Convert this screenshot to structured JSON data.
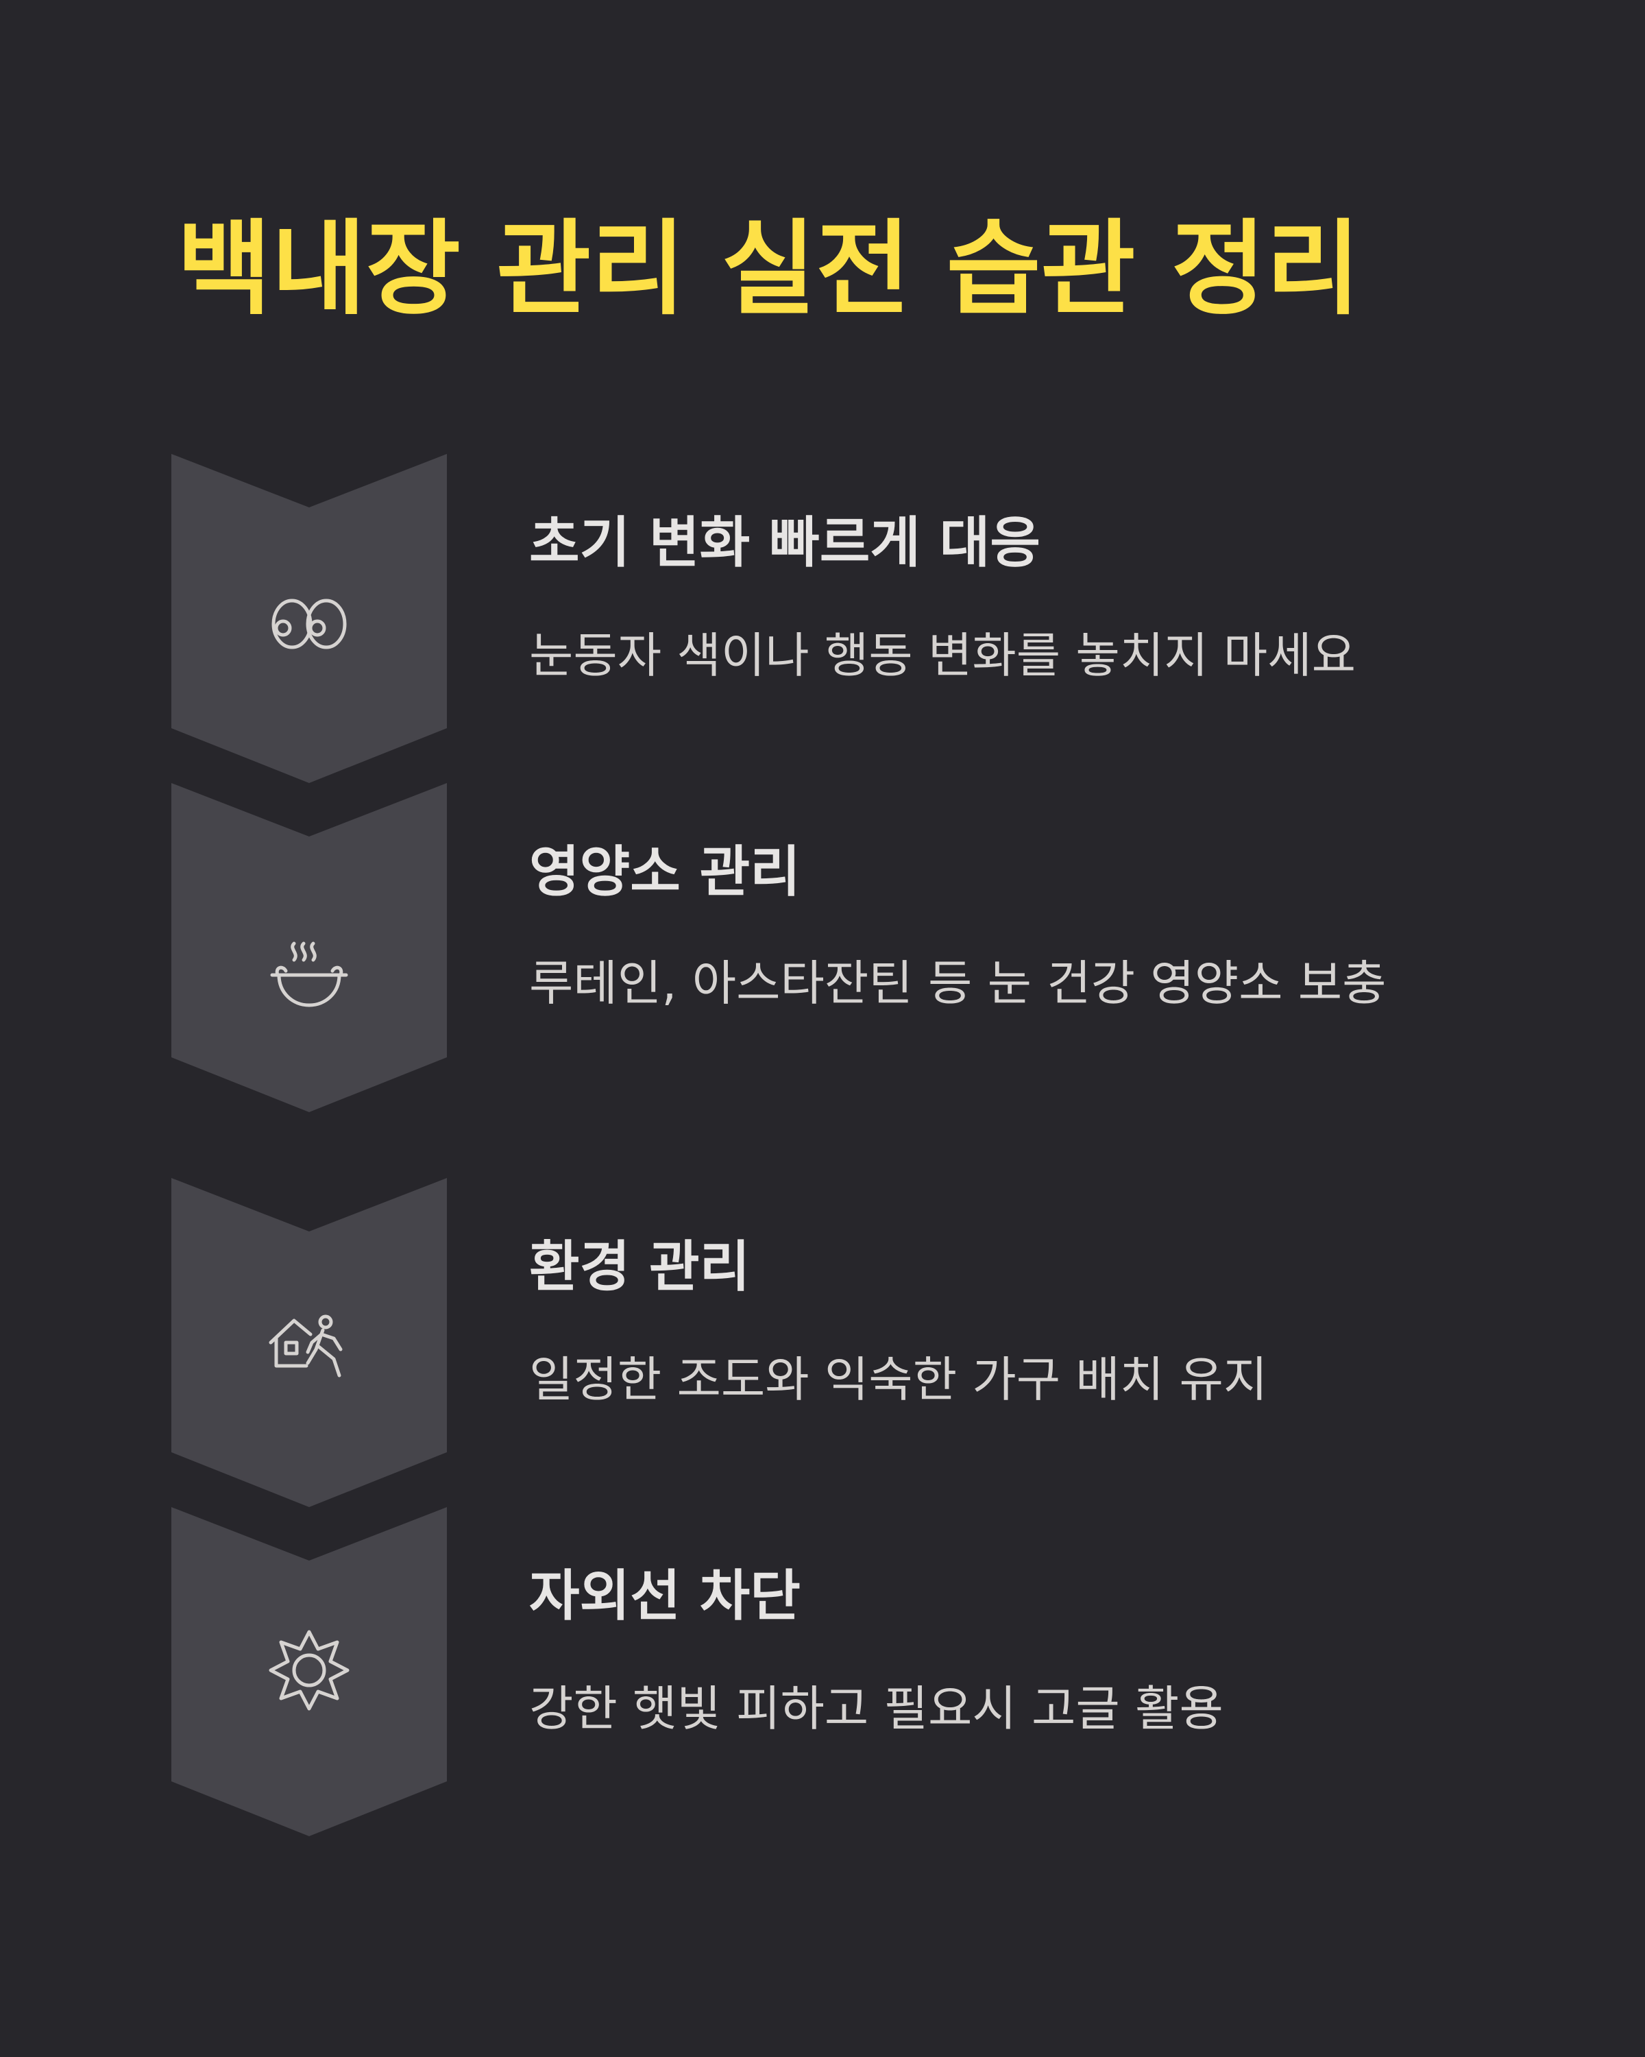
{
  "title": "백내장 관리 실전 습관 정리",
  "colors": {
    "background": "#27262b",
    "chevron": "#46454b",
    "title": "#fde047",
    "text": "#e7e5e4",
    "icon": "#d6d3d1"
  },
  "steps": [
    {
      "icon": "eyes-icon",
      "title": "초기 변화 빠르게 대응",
      "description": "눈동자 색이나 행동 변화를 놓치지 마세요"
    },
    {
      "icon": "food-bowl-icon",
      "title": "영양소 관리",
      "description": "루테인, 아스타잔틴 등 눈 건강 영양소 보충"
    },
    {
      "icon": "home-walking-icon",
      "title": "환경 관리",
      "description": "일정한 조도와 익숙한 가구 배치 유지"
    },
    {
      "icon": "sun-icon",
      "title": "자외선 차단",
      "description": "강한 햇빛 피하고 필요시 고글 활용"
    }
  ]
}
